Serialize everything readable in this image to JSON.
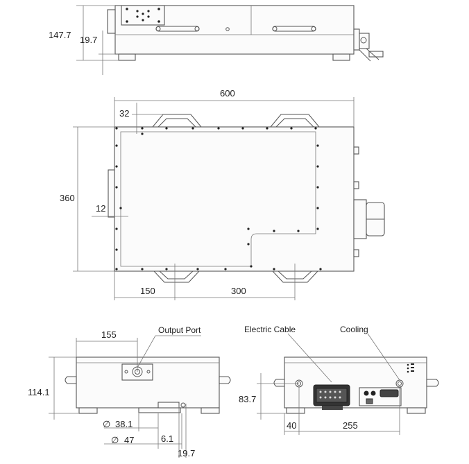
{
  "dimensions": {
    "height_total": "147.7",
    "base_offset": "19.7",
    "length": "600",
    "handle_offset": "32",
    "width": "360",
    "side_offset": "12",
    "foot_offset": "150",
    "foot_spacing": "300",
    "output_port_offset": "155",
    "front_height": "114.1",
    "foot_dia": "38.1",
    "fiber_dia": "47",
    "fiber_offset": "6.1",
    "foot_height": "19.7",
    "rear_height": "83.7",
    "rear_side": "40",
    "rear_span": "255"
  },
  "labels": {
    "output_port": "Output Port",
    "electric_cable": "Electric Cable",
    "cooling": "Cooling"
  },
  "symbols": {
    "diameter": "∅"
  }
}
